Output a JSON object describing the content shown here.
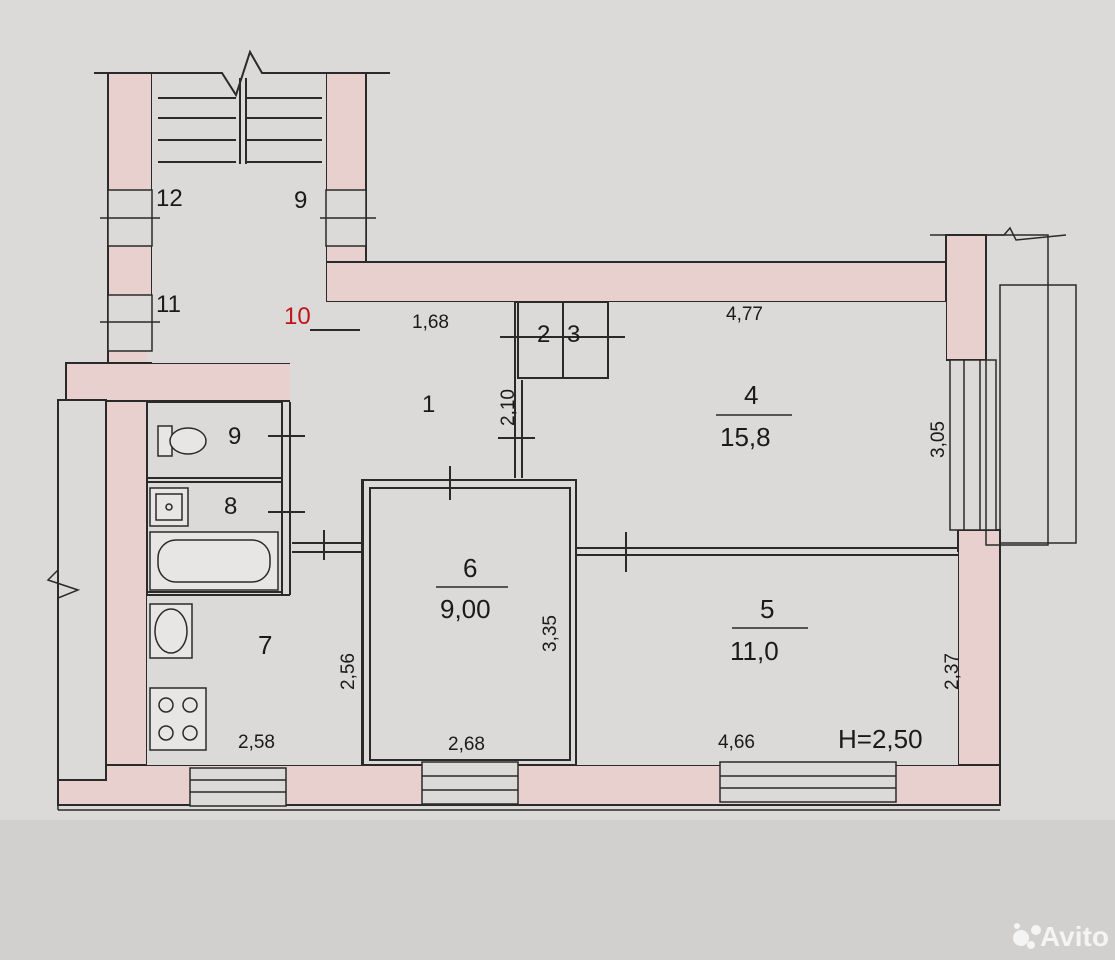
{
  "colors": {
    "paper": "#dcdad9",
    "wall": "#e7d0cd",
    "line": "#2a2a2a",
    "accent_red": "#c0141c",
    "watermark": "#f4f4f4"
  },
  "stairwell": {
    "labels": [
      "12",
      "9",
      "11",
      "10"
    ]
  },
  "rooms": [
    {
      "number": "1",
      "area": ""
    },
    {
      "number": "2",
      "area": ""
    },
    {
      "number": "3",
      "area": ""
    },
    {
      "number": "4",
      "area": "15,8"
    },
    {
      "number": "5",
      "area": "11,0"
    },
    {
      "number": "6",
      "area": "9,00"
    },
    {
      "number": "7",
      "area": ""
    },
    {
      "number": "8",
      "area": ""
    },
    {
      "number": "9",
      "area": ""
    }
  ],
  "dimensions": {
    "hall_width": "1,68",
    "hall_depth": "2,10",
    "room4_width": "4,77",
    "room4_depth": "3,05",
    "room6_depth": "3,35",
    "room6_width": "2,68",
    "room7_depth": "2,56",
    "room7_width": "2,58",
    "room5_width": "4,66",
    "room5_depth": "2,37"
  },
  "ceiling_height": "H=2,50",
  "fixtures": [
    "toilet-icon",
    "sink-icon",
    "bathtub-icon",
    "kitchen-sink-icon",
    "stove-icon"
  ],
  "watermark": "Avito"
}
